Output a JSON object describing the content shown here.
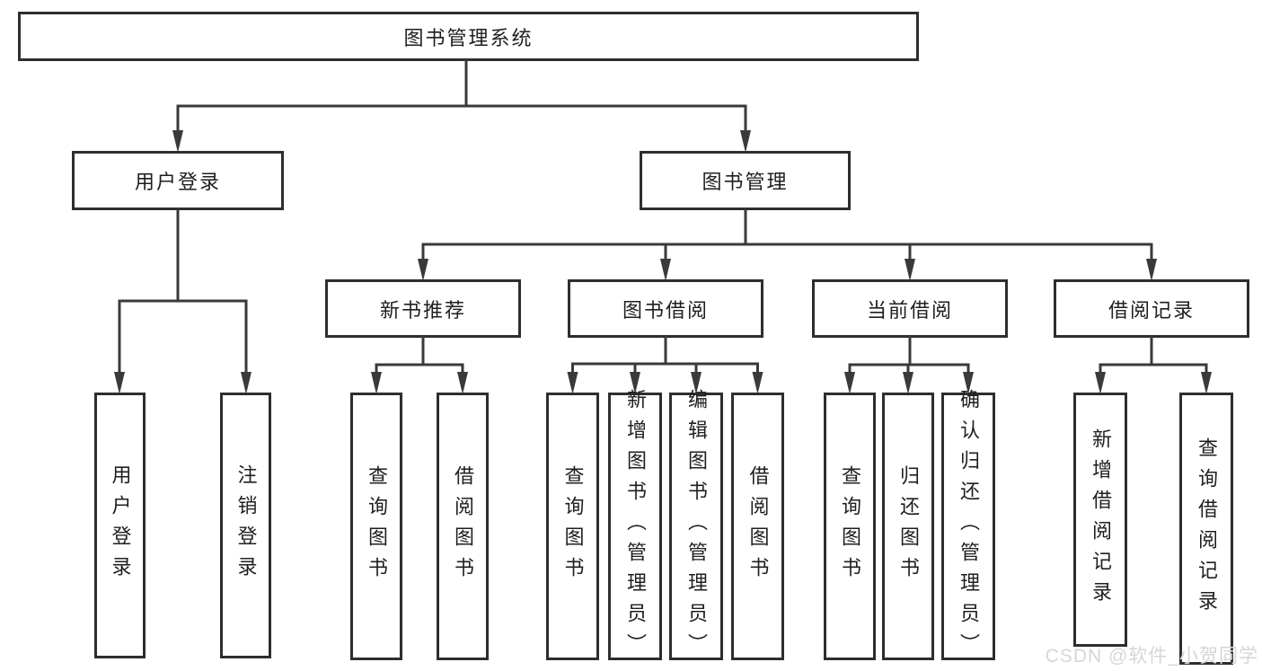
{
  "tree": {
    "label": "图书管理系统",
    "children": [
      {
        "label": "用户登录",
        "children": [
          {
            "label": "用户登录"
          },
          {
            "label": "注销登录"
          }
        ]
      },
      {
        "label": "图书管理",
        "children": [
          {
            "label": "新书推荐",
            "children": [
              {
                "label": "查询图书"
              },
              {
                "label": "借阅图书"
              }
            ]
          },
          {
            "label": "图书借阅",
            "children": [
              {
                "label": "查询图书"
              },
              {
                "label": "新增图书（管理员）"
              },
              {
                "label": "编辑图书（管理员）"
              },
              {
                "label": "借阅图书"
              }
            ]
          },
          {
            "label": "当前借阅",
            "children": [
              {
                "label": "查询图书"
              },
              {
                "label": "归还图书"
              },
              {
                "label": "确认归还（管理员）"
              }
            ]
          },
          {
            "label": "借阅记录",
            "children": [
              {
                "label": "新增借阅记录"
              },
              {
                "label": "查询借阅记录"
              }
            ]
          }
        ]
      }
    ]
  },
  "watermark": {
    "text": "CSDN @软件_小贺同学"
  },
  "colors": {
    "background": "#ffffff",
    "line": "#3a3a3a",
    "box_border": "#2e2e2e",
    "text": "#1f1f1f",
    "watermark": "#d6d6d6"
  }
}
